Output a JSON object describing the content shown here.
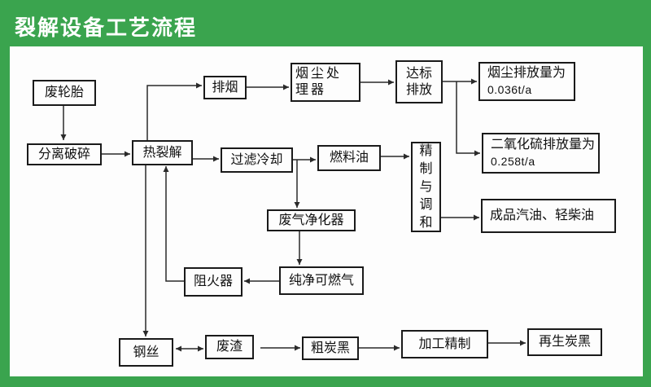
{
  "title": "裂解设备工艺流程",
  "colors": {
    "frame_green": "#3aa44e",
    "canvas_white": "#fdfdfd",
    "line_black": "#2a2a2a"
  },
  "diagram": {
    "nodes": {
      "waste_tire": {
        "label": "废轮胎"
      },
      "separate_crush": {
        "label": "分离破碎"
      },
      "pyrolysis": {
        "label": "热裂解"
      },
      "smoke_exhaust": {
        "label": "排烟"
      },
      "dust_processor": {
        "label": "烟尘处理器"
      },
      "standard_discharge": {
        "line1": "达标",
        "line2": "排放"
      },
      "dust_emission": {
        "line1": "烟尘排放量为",
        "line2": "0.036t/a"
      },
      "so2_emission": {
        "line1": "二氧化硫排放量为",
        "line2": "0.258t/a"
      },
      "filter_cooling": {
        "label": "过滤冷却"
      },
      "fuel_oil": {
        "label": "燃料油"
      },
      "refine_blend": {
        "label": "精制与调和"
      },
      "gas_purifier": {
        "label": "废气净化器"
      },
      "finished_oil": {
        "label": "成品汽油、轻柴油"
      },
      "pure_gas": {
        "label": "纯净可燃气"
      },
      "flame_arrester": {
        "label": "阻火器"
      },
      "steel_wire": {
        "label": "钢丝"
      },
      "waste_residue": {
        "label": "废渣"
      },
      "crude_carbon_black": {
        "label": "粗炭黑"
      },
      "processing_refine": {
        "label": "加工精制"
      },
      "regen_carbon_black": {
        "label": "再生炭黑"
      }
    },
    "edges": [
      {
        "from": "waste_tire",
        "to": "separate_crush",
        "arrow": "single"
      },
      {
        "from": "separate_crush",
        "to": "pyrolysis",
        "arrow": "single"
      },
      {
        "from": "pyrolysis",
        "to": "smoke_exhaust",
        "arrow": "single"
      },
      {
        "from": "smoke_exhaust",
        "to": "dust_processor",
        "arrow": "single"
      },
      {
        "from": "dust_processor",
        "to": "standard_discharge",
        "arrow": "single"
      },
      {
        "from": "standard_discharge",
        "to": "dust_emission",
        "arrow": "single"
      },
      {
        "from": "standard_discharge",
        "to": "so2_emission",
        "arrow": "single"
      },
      {
        "from": "pyrolysis",
        "to": "filter_cooling",
        "arrow": "single"
      },
      {
        "from": "filter_cooling",
        "to": "fuel_oil",
        "arrow": "single"
      },
      {
        "from": "filter_cooling",
        "to": "gas_purifier",
        "arrow": "single"
      },
      {
        "from": "fuel_oil",
        "to": "refine_blend",
        "arrow": "single"
      },
      {
        "from": "refine_blend",
        "to": "finished_oil",
        "arrow": "single"
      },
      {
        "from": "gas_purifier",
        "to": "pure_gas",
        "arrow": "single"
      },
      {
        "from": "pure_gas",
        "to": "flame_arrester",
        "arrow": "single"
      },
      {
        "from": "flame_arrester",
        "to": "pyrolysis",
        "arrow": "single"
      },
      {
        "from": "pyrolysis",
        "to": "steel_wire",
        "arrow": "single"
      },
      {
        "from": "steel_wire",
        "to": "waste_residue",
        "arrow": "double"
      },
      {
        "from": "waste_residue",
        "to": "crude_carbon_black",
        "arrow": "single"
      },
      {
        "from": "crude_carbon_black",
        "to": "processing_refine",
        "arrow": "single"
      },
      {
        "from": "processing_refine",
        "to": "regen_carbon_black",
        "arrow": "single"
      }
    ]
  }
}
